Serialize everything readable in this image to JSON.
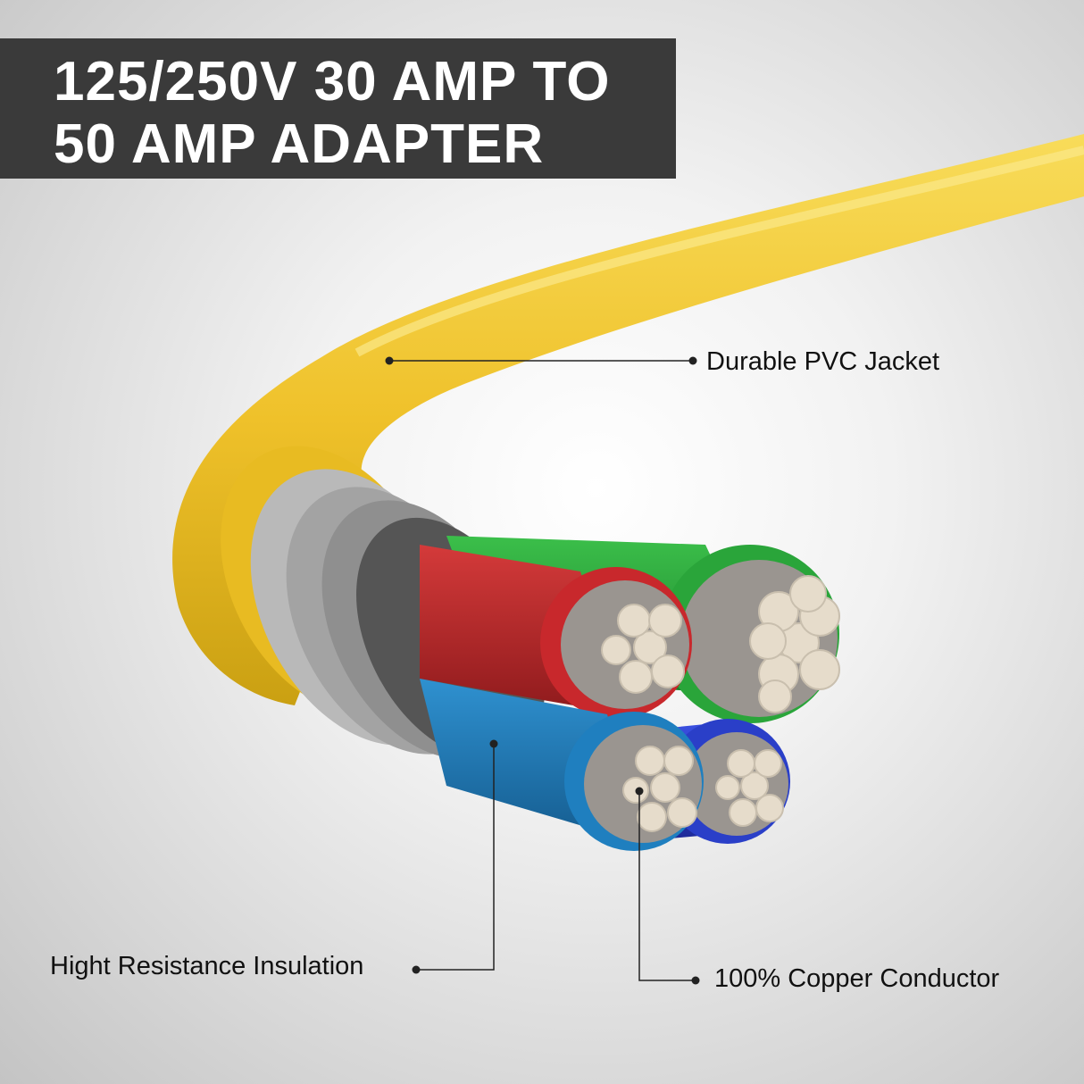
{
  "title": {
    "line1": "125/250V 30 AMP TO",
    "line2": "50 AMP ADAPTER"
  },
  "callouts": {
    "jacket": "Durable PVC Jacket",
    "insulation": "Hight Resistance Insulation",
    "conductor": "100% Copper Conductor"
  },
  "colors": {
    "jacket_yellow": "#f2c52a",
    "shield_gray": "#a8a8a8",
    "wire_red": "#c8282c",
    "wire_green": "#2aa53a",
    "wire_blue": "#1f7fbf",
    "wire_navy": "#2a3fc8",
    "copper_strand": "#e6dccb",
    "title_bg": "#3a3a3a"
  }
}
